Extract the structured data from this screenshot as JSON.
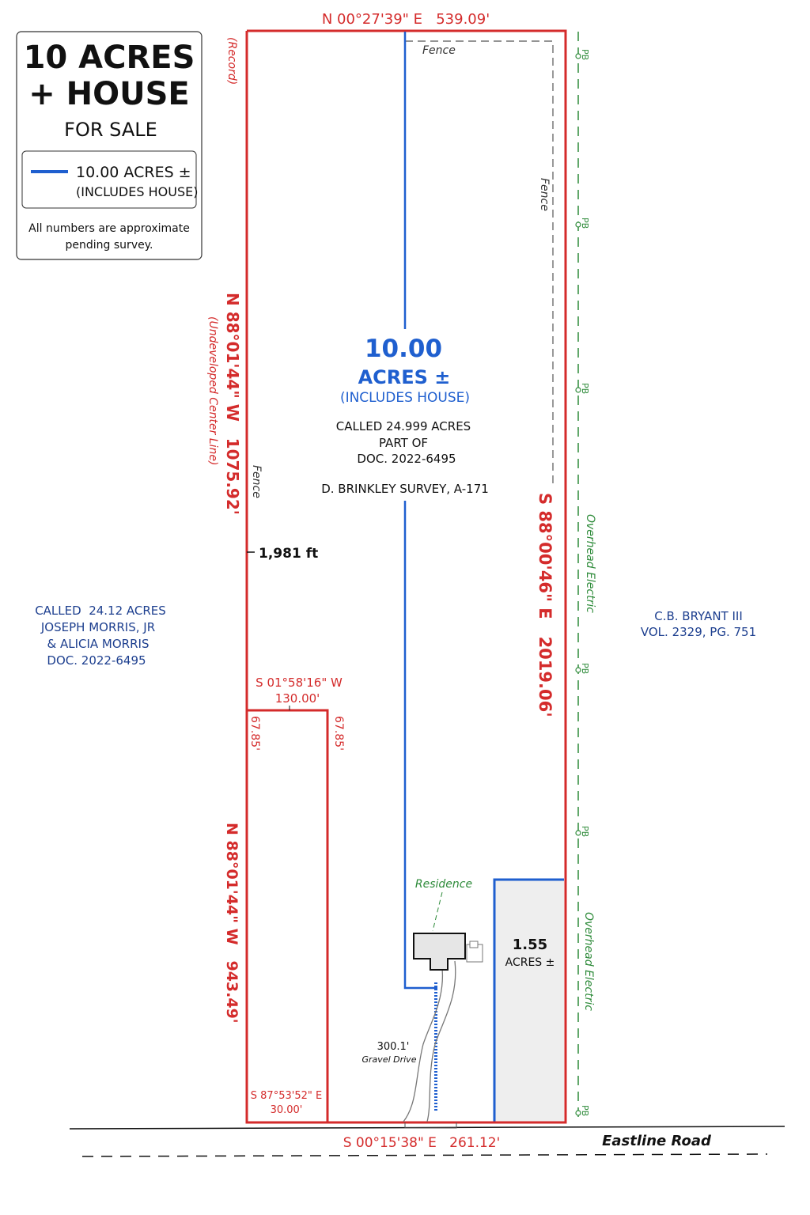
{
  "legend_box": {
    "title_line1": "10 ACRES",
    "title_line2": "+ HOUSE",
    "for_sale": "FOR SALE",
    "key_line1": "10.00 ACRES ±",
    "key_line2": "(INCLUDES HOUSE)",
    "note_line1": "All numbers are approximate",
    "note_line2": "pending survey."
  },
  "boundary_labels": {
    "north": "N 00°27'39\" E   539.09'",
    "west_upper": "N 88°01'44\" W   1075.92'",
    "west_upper_sub": "(Undeveloped Center Line)",
    "record": "(Record)",
    "west_lower": "N 88°01'44\" W   943.49'",
    "east": "S 88°00'46\" E   2019.06'",
    "south": "S 00°15'38\" E   261.12'",
    "notch_top_bearing": "S 01°58'16\" W",
    "notch_top_dist": "130.00'",
    "notch_left": "67.85'",
    "notch_right": "67.85'",
    "notch_bottom_bearing": "S 87°53'52\" E",
    "notch_bottom_dist": "30.00'"
  },
  "tract": {
    "acres_value": "10.00",
    "acres_label": "ACRES ±",
    "includes": "(INCLUDES HOUSE)",
    "called_line1": "CALLED 24.999 ACRES",
    "called_line2": "PART OF",
    "called_line3": "DOC. 2022-6495",
    "survey": "D. BRINKLEY SURVEY, A-171",
    "length_marker": "1,981 ft"
  },
  "small_tract": {
    "acres_value": "1.55",
    "acres_label": "ACRES ±"
  },
  "features": {
    "fence": "Fence",
    "residence": "Residence",
    "drive_length": "300.1'",
    "drive_label": "Gravel Drive",
    "overhead_electric": "Overhead Electric",
    "pb": "PB",
    "road": "Eastline Road"
  },
  "neighbors": {
    "west_line1": "CALLED  24.12 ACRES",
    "west_line2": "JOSEPH MORRIS, JR",
    "west_line3": "& ALICIA MORRIS",
    "west_line4": "DOC. 2022-6495",
    "east_line1": "C.B. BRYANT III",
    "east_line2": "VOL. 2329, PG. 751"
  },
  "colors": {
    "boundary_red": "#d42b2b",
    "tract_blue": "#1f5fcf",
    "label_blue": "#1d3f8f",
    "electric_green": "#2e8b3a",
    "residence_gray": "#e6e6e6"
  }
}
